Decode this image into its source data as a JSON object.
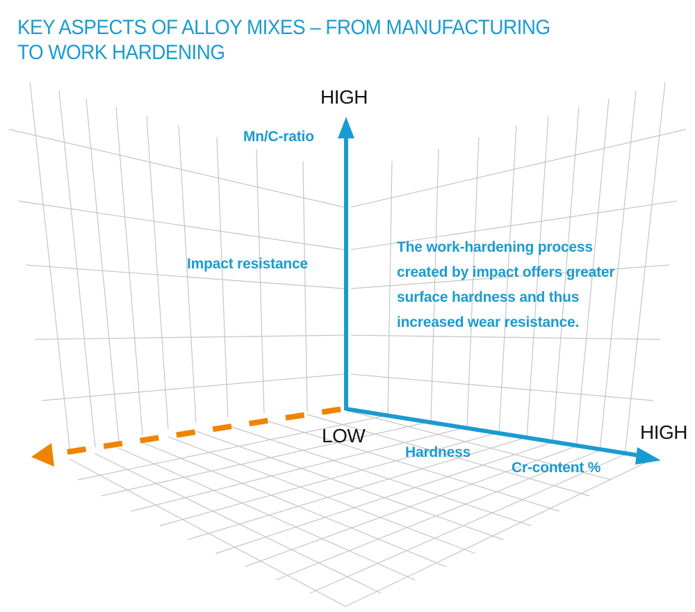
{
  "title": {
    "line1": "KEY ASPECTS OF ALLOY MIXES – FROM MANUFACTURING",
    "line2": "TO WORK HARDENING"
  },
  "axes": {
    "vertical": {
      "end_label": "HIGH",
      "label": "Mn/C-ratio",
      "color": "#1a9bd0"
    },
    "origin_label": "LOW",
    "right": {
      "end_label": "HIGH",
      "label": "Cr-content %",
      "color": "#1a9bd0"
    },
    "left": {
      "style": "dashed",
      "color": "#f08300"
    }
  },
  "labels": {
    "impact_resistance": "Impact resistance",
    "hardness": "Hardness"
  },
  "note": {
    "lines": [
      "The work-hardening process",
      "created by impact offers greater",
      "surface hardness and thus",
      "increased wear resistance."
    ]
  },
  "colors": {
    "accent_blue": "#1a9bd0",
    "accent_orange": "#f08300",
    "grid": "#c4c4c4",
    "text_dark": "#111111"
  }
}
